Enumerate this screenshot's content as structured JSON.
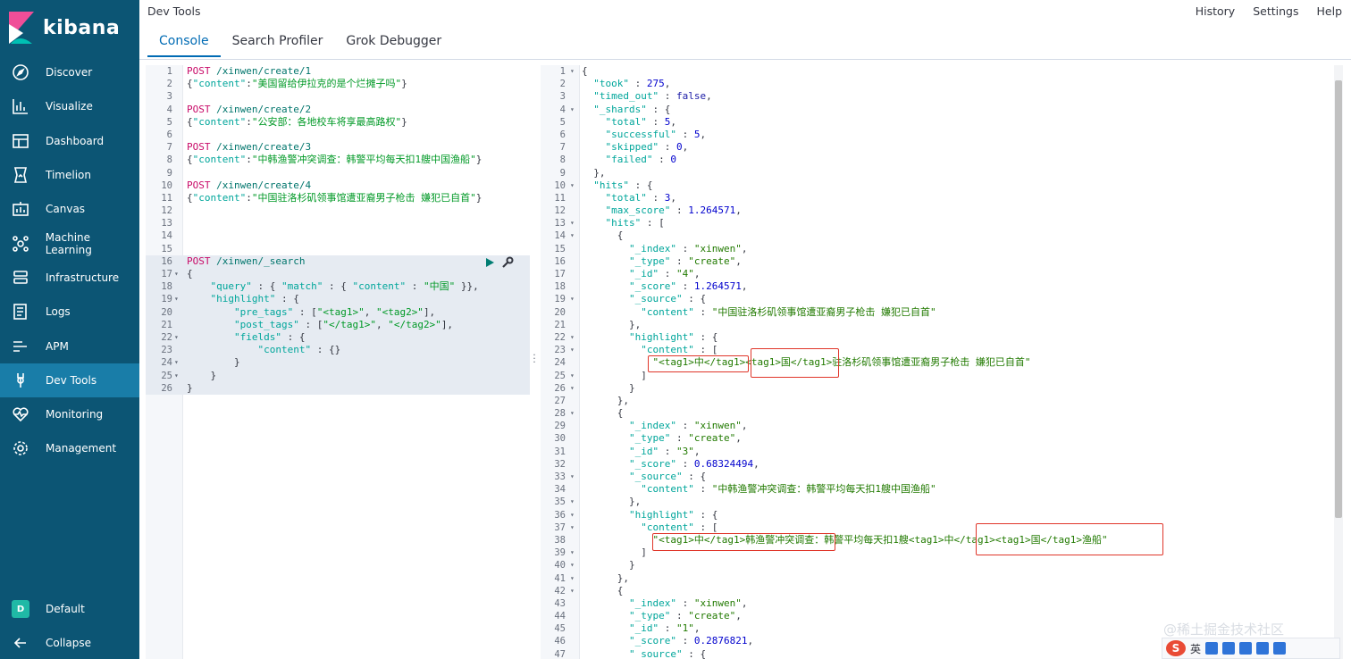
{
  "brand": {
    "name": "kibana",
    "accent": "#0c5574",
    "active": "#197da8"
  },
  "nav": [
    {
      "label": "Discover",
      "icon": "compass-icon"
    },
    {
      "label": "Visualize",
      "icon": "bar-chart-icon"
    },
    {
      "label": "Dashboard",
      "icon": "dashboard-icon"
    },
    {
      "label": "Timelion",
      "icon": "timelion-icon"
    },
    {
      "label": "Canvas",
      "icon": "canvas-icon"
    },
    {
      "label": "Machine Learning",
      "icon": "ml-icon"
    },
    {
      "label": "Infrastructure",
      "icon": "infrastructure-icon"
    },
    {
      "label": "Logs",
      "icon": "logs-icon"
    },
    {
      "label": "APM",
      "icon": "apm-icon"
    },
    {
      "label": "Dev Tools",
      "icon": "wrench-icon",
      "active": true
    },
    {
      "label": "Monitoring",
      "icon": "heartbeat-icon"
    },
    {
      "label": "Management",
      "icon": "gear-icon"
    }
  ],
  "nav_bottom": {
    "space_label": "Default",
    "space_badge": "D",
    "collapse_label": "Collapse"
  },
  "header": {
    "title": "Dev Tools",
    "tabs": [
      {
        "label": "Console",
        "active": true
      },
      {
        "label": "Search Profiler"
      },
      {
        "label": "Grok Debugger"
      }
    ],
    "links": [
      "History",
      "Settings",
      "Help"
    ]
  },
  "request_lines": [
    [
      [
        "kw",
        "POST "
      ],
      [
        "url",
        "/xinwen/create/1"
      ]
    ],
    [
      [
        "plain",
        "{"
      ],
      [
        "key",
        "\"content\""
      ],
      [
        "plain",
        ":"
      ],
      [
        "str",
        "\"美国留给伊拉克的是个烂摊子吗\""
      ],
      [
        "plain",
        "}"
      ]
    ],
    [],
    [
      [
        "kw",
        "POST "
      ],
      [
        "url",
        "/xinwen/create/2"
      ]
    ],
    [
      [
        "plain",
        "{"
      ],
      [
        "key",
        "\"content\""
      ],
      [
        "plain",
        ":"
      ],
      [
        "str",
        "\"公安部：各地校车将享最高路权\""
      ],
      [
        "plain",
        "}"
      ]
    ],
    [],
    [
      [
        "kw",
        "POST "
      ],
      [
        "url",
        "/xinwen/create/3"
      ]
    ],
    [
      [
        "plain",
        "{"
      ],
      [
        "key",
        "\"content\""
      ],
      [
        "plain",
        ":"
      ],
      [
        "str",
        "\"中韩渔警冲突调查：韩警平均每天扣1艘中国渔船\""
      ],
      [
        "plain",
        "}"
      ]
    ],
    [],
    [
      [
        "kw",
        "POST "
      ],
      [
        "url",
        "/xinwen/create/4"
      ]
    ],
    [
      [
        "plain",
        "{"
      ],
      [
        "key",
        "\"content\""
      ],
      [
        "plain",
        ":"
      ],
      [
        "str",
        "\"中国驻洛杉矶领事馆遭亚裔男子枪击 嫌犯已自首\""
      ],
      [
        "plain",
        "}"
      ]
    ],
    [],
    [],
    [],
    [],
    [
      [
        "kw",
        "POST "
      ],
      [
        "url",
        "/xinwen/_search"
      ]
    ],
    [
      [
        "plain",
        "{"
      ]
    ],
    [
      [
        "plain",
        "    "
      ],
      [
        "key",
        "\"query\""
      ],
      [
        "plain",
        " : { "
      ],
      [
        "key",
        "\"match\""
      ],
      [
        "plain",
        " : { "
      ],
      [
        "key",
        "\"content\""
      ],
      [
        "plain",
        " : "
      ],
      [
        "str",
        "\"中国\""
      ],
      [
        "plain",
        " }},"
      ]
    ],
    [
      [
        "plain",
        "    "
      ],
      [
        "key",
        "\"highlight\""
      ],
      [
        "plain",
        " : {"
      ]
    ],
    [
      [
        "plain",
        "        "
      ],
      [
        "key",
        "\"pre_tags\""
      ],
      [
        "plain",
        " : ["
      ],
      [
        "str",
        "\"<tag1>\""
      ],
      [
        "plain",
        ", "
      ],
      [
        "str",
        "\"<tag2>\""
      ],
      [
        "plain",
        "],"
      ]
    ],
    [
      [
        "plain",
        "        "
      ],
      [
        "key",
        "\"post_tags\""
      ],
      [
        "plain",
        " : ["
      ],
      [
        "str",
        "\"</tag1>\""
      ],
      [
        "plain",
        ", "
      ],
      [
        "str",
        "\"</tag2>\""
      ],
      [
        "plain",
        "],"
      ]
    ],
    [
      [
        "plain",
        "        "
      ],
      [
        "key",
        "\"fields\""
      ],
      [
        "plain",
        " : {"
      ]
    ],
    [
      [
        "plain",
        "            "
      ],
      [
        "key",
        "\"content\""
      ],
      [
        "plain",
        " : {}"
      ]
    ],
    [
      [
        "plain",
        "        }"
      ]
    ],
    [
      [
        "plain",
        "    }"
      ]
    ],
    [
      [
        "plain",
        "}"
      ]
    ]
  ],
  "request_folds": [
    17,
    19,
    22,
    24,
    25
  ],
  "request_block": [
    16,
    26
  ],
  "response_lines": [
    [
      [
        "plain",
        "{"
      ]
    ],
    [
      [
        "plain",
        "  "
      ],
      [
        "key",
        "\"took\""
      ],
      [
        "plain",
        " : "
      ],
      [
        "num",
        "275"
      ],
      [
        "plain",
        ","
      ]
    ],
    [
      [
        "plain",
        "  "
      ],
      [
        "key",
        "\"timed_out\""
      ],
      [
        "plain",
        " : "
      ],
      [
        "bool",
        "false"
      ],
      [
        "plain",
        ","
      ]
    ],
    [
      [
        "plain",
        "  "
      ],
      [
        "key",
        "\"_shards\""
      ],
      [
        "plain",
        " : {"
      ]
    ],
    [
      [
        "plain",
        "    "
      ],
      [
        "key",
        "\"total\""
      ],
      [
        "plain",
        " : "
      ],
      [
        "num",
        "5"
      ],
      [
        "plain",
        ","
      ]
    ],
    [
      [
        "plain",
        "    "
      ],
      [
        "key",
        "\"successful\""
      ],
      [
        "plain",
        " : "
      ],
      [
        "num",
        "5"
      ],
      [
        "plain",
        ","
      ]
    ],
    [
      [
        "plain",
        "    "
      ],
      [
        "key",
        "\"skipped\""
      ],
      [
        "plain",
        " : "
      ],
      [
        "num",
        "0"
      ],
      [
        "plain",
        ","
      ]
    ],
    [
      [
        "plain",
        "    "
      ],
      [
        "key",
        "\"failed\""
      ],
      [
        "plain",
        " : "
      ],
      [
        "num",
        "0"
      ]
    ],
    [
      [
        "plain",
        "  },"
      ]
    ],
    [
      [
        "plain",
        "  "
      ],
      [
        "key",
        "\"hits\""
      ],
      [
        "plain",
        " : {"
      ]
    ],
    [
      [
        "plain",
        "    "
      ],
      [
        "key",
        "\"total\""
      ],
      [
        "plain",
        " : "
      ],
      [
        "num",
        "3"
      ],
      [
        "plain",
        ","
      ]
    ],
    [
      [
        "plain",
        "    "
      ],
      [
        "key",
        "\"max_score\""
      ],
      [
        "plain",
        " : "
      ],
      [
        "num",
        "1.264571"
      ],
      [
        "plain",
        ","
      ]
    ],
    [
      [
        "plain",
        "    "
      ],
      [
        "key",
        "\"hits\""
      ],
      [
        "plain",
        " : ["
      ]
    ],
    [
      [
        "plain",
        "      {"
      ]
    ],
    [
      [
        "plain",
        "        "
      ],
      [
        "key",
        "\"_index\""
      ],
      [
        "plain",
        " : "
      ],
      [
        "grn",
        "\"xinwen\""
      ],
      [
        "plain",
        ","
      ]
    ],
    [
      [
        "plain",
        "        "
      ],
      [
        "key",
        "\"_type\""
      ],
      [
        "plain",
        " : "
      ],
      [
        "grn",
        "\"create\""
      ],
      [
        "plain",
        ","
      ]
    ],
    [
      [
        "plain",
        "        "
      ],
      [
        "key",
        "\"_id\""
      ],
      [
        "plain",
        " : "
      ],
      [
        "grn",
        "\"4\""
      ],
      [
        "plain",
        ","
      ]
    ],
    [
      [
        "plain",
        "        "
      ],
      [
        "key",
        "\"_score\""
      ],
      [
        "plain",
        " : "
      ],
      [
        "num",
        "1.264571"
      ],
      [
        "plain",
        ","
      ]
    ],
    [
      [
        "plain",
        "        "
      ],
      [
        "key",
        "\"_source\""
      ],
      [
        "plain",
        " : {"
      ]
    ],
    [
      [
        "plain",
        "          "
      ],
      [
        "key",
        "\"content\""
      ],
      [
        "plain",
        " : "
      ],
      [
        "grn",
        "\"中国驻洛杉矶领事馆遭亚裔男子枪击 嫌犯已自首\""
      ]
    ],
    [
      [
        "plain",
        "        },"
      ]
    ],
    [
      [
        "plain",
        "        "
      ],
      [
        "key",
        "\"highlight\""
      ],
      [
        "plain",
        " : {"
      ]
    ],
    [
      [
        "plain",
        "          "
      ],
      [
        "key",
        "\"content\""
      ],
      [
        "plain",
        " : ["
      ]
    ],
    [
      [
        "plain",
        "            "
      ],
      [
        "grn",
        "\"<tag1>中</tag1><tag1>国</tag1>驻洛杉矶领事馆遭亚裔男子枪击 嫌犯已自首\""
      ]
    ],
    [
      [
        "plain",
        "          ]"
      ]
    ],
    [
      [
        "plain",
        "        }"
      ]
    ],
    [
      [
        "plain",
        "      },"
      ]
    ],
    [
      [
        "plain",
        "      {"
      ]
    ],
    [
      [
        "plain",
        "        "
      ],
      [
        "key",
        "\"_index\""
      ],
      [
        "plain",
        " : "
      ],
      [
        "grn",
        "\"xinwen\""
      ],
      [
        "plain",
        ","
      ]
    ],
    [
      [
        "plain",
        "        "
      ],
      [
        "key",
        "\"_type\""
      ],
      [
        "plain",
        " : "
      ],
      [
        "grn",
        "\"create\""
      ],
      [
        "plain",
        ","
      ]
    ],
    [
      [
        "plain",
        "        "
      ],
      [
        "key",
        "\"_id\""
      ],
      [
        "plain",
        " : "
      ],
      [
        "grn",
        "\"3\""
      ],
      [
        "plain",
        ","
      ]
    ],
    [
      [
        "plain",
        "        "
      ],
      [
        "key",
        "\"_score\""
      ],
      [
        "plain",
        " : "
      ],
      [
        "num",
        "0.68324494"
      ],
      [
        "plain",
        ","
      ]
    ],
    [
      [
        "plain",
        "        "
      ],
      [
        "key",
        "\"_source\""
      ],
      [
        "plain",
        " : {"
      ]
    ],
    [
      [
        "plain",
        "          "
      ],
      [
        "key",
        "\"content\""
      ],
      [
        "plain",
        " : "
      ],
      [
        "grn",
        "\"中韩渔警冲突调查：韩警平均每天扣1艘中国渔船\""
      ]
    ],
    [
      [
        "plain",
        "        },"
      ]
    ],
    [
      [
        "plain",
        "        "
      ],
      [
        "key",
        "\"highlight\""
      ],
      [
        "plain",
        " : {"
      ]
    ],
    [
      [
        "plain",
        "          "
      ],
      [
        "key",
        "\"content\""
      ],
      [
        "plain",
        " : ["
      ]
    ],
    [
      [
        "plain",
        "            "
      ],
      [
        "grn",
        "\"<tag1>中</tag1>韩渔警冲突调查：韩警平均每天扣1艘<tag1>中</tag1><tag1>国</tag1>渔船\""
      ]
    ],
    [
      [
        "plain",
        "          ]"
      ]
    ],
    [
      [
        "plain",
        "        }"
      ]
    ],
    [
      [
        "plain",
        "      },"
      ]
    ],
    [
      [
        "plain",
        "      {"
      ]
    ],
    [
      [
        "plain",
        "        "
      ],
      [
        "key",
        "\"_index\""
      ],
      [
        "plain",
        " : "
      ],
      [
        "grn",
        "\"xinwen\""
      ],
      [
        "plain",
        ","
      ]
    ],
    [
      [
        "plain",
        "        "
      ],
      [
        "key",
        "\"_type\""
      ],
      [
        "plain",
        " : "
      ],
      [
        "grn",
        "\"create\""
      ],
      [
        "plain",
        ","
      ]
    ],
    [
      [
        "plain",
        "        "
      ],
      [
        "key",
        "\"_id\""
      ],
      [
        "plain",
        " : "
      ],
      [
        "grn",
        "\"1\""
      ],
      [
        "plain",
        ","
      ]
    ],
    [
      [
        "plain",
        "        "
      ],
      [
        "key",
        "\"_score\""
      ],
      [
        "plain",
        " : "
      ],
      [
        "num",
        "0.2876821"
      ],
      [
        "plain",
        ","
      ]
    ],
    [
      [
        "plain",
        "        "
      ],
      [
        "key",
        "\"_source\""
      ],
      [
        "plain",
        " : {"
      ]
    ]
  ],
  "response_folds": [
    1,
    4,
    10,
    13,
    14,
    19,
    22,
    23,
    25,
    26,
    28,
    33,
    35,
    36,
    37,
    39,
    40,
    41,
    42
  ],
  "watermark": "@稀土掘金技术社区",
  "ime": {
    "lang": "英"
  }
}
